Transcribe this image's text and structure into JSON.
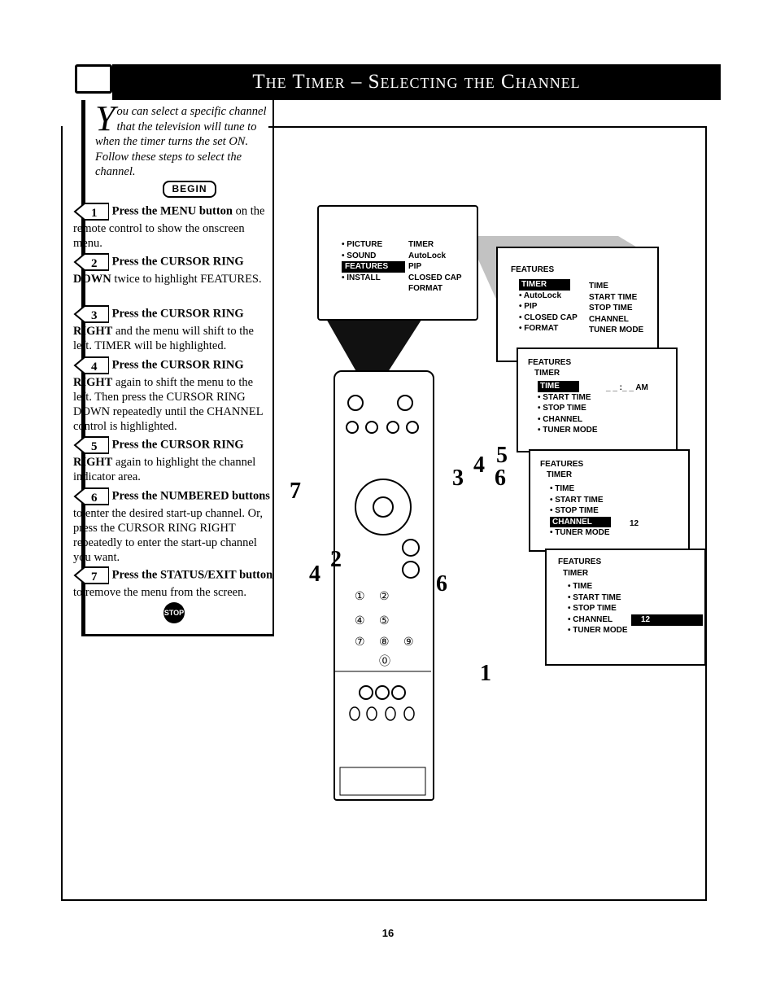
{
  "header": {
    "title": "The Timer – Selecting the Channel"
  },
  "intro": {
    "drop_cap": "Y",
    "text": "ou can select a specific channel that the television will tune to when the timer turns the set ON. Follow these steps to select the channel."
  },
  "begin_label": "BEGIN",
  "steps": [
    {
      "num": "1",
      "bold": "Press the MENU button",
      "rest": " on the remote control to show the onscreen menu."
    },
    {
      "num": "2",
      "bold": "Press the CURSOR RING DOWN",
      "rest": " twice to highlight FEATURES."
    },
    {
      "num": "3",
      "bold": "Press the CURSOR RING RIGHT",
      "rest": " and the menu will shift to the left. TIMER will be highlighted."
    },
    {
      "num": "4",
      "bold": "Press the CURSOR RING RIGHT",
      "rest": " again to shift the menu to the left. Then press the CURSOR RING DOWN repeatedly until the CHANNEL control is highlighted."
    },
    {
      "num": "5",
      "bold": "Press the CURSOR RING RIGHT",
      "rest": " again to highlight the channel indicator area."
    },
    {
      "num": "6",
      "bold": "Press the NUMBERED buttons",
      "rest": " to enter the desired start-up channel. Or, press the CURSOR RING RIGHT repeatedly to enter the start-up channel you want."
    },
    {
      "num": "7",
      "bold": "Press the STATUS/EXIT button",
      "rest": " to remove the menu from the screen."
    }
  ],
  "stop_label": "STOP",
  "menu1": {
    "left": [
      "PICTURE",
      "SOUND",
      "FEATURES",
      "INSTALL"
    ],
    "right": [
      "TIMER",
      "AutoLock",
      "PIP",
      "CLOSED CAP",
      "FORMAT"
    ]
  },
  "menu2": {
    "title": "FEATURES",
    "left": [
      "TIMER",
      "AutoLock",
      "PIP",
      "CLOSED CAP",
      "FORMAT"
    ],
    "right": [
      "TIME",
      "START TIME",
      "STOP TIME",
      "CHANNEL",
      "TUNER MODE"
    ]
  },
  "menu3": {
    "title": "FEATURES",
    "sub": "TIMER",
    "items": [
      "TIME",
      "START TIME",
      "STOP TIME",
      "CHANNEL",
      "TUNER MODE"
    ],
    "value": "_ _ :_ _ AM"
  },
  "menu4": {
    "title": "FEATURES",
    "sub": "TIMER",
    "items": [
      "TIME",
      "START TIME",
      "STOP TIME",
      "CHANNEL",
      "TUNER MODE"
    ],
    "value": "12"
  },
  "menu5": {
    "title": "FEATURES",
    "sub": "TIMER",
    "items": [
      "TIME",
      "START TIME",
      "STOP TIME",
      "CHANNEL",
      "TUNER MODE"
    ],
    "value": "12"
  },
  "callouts": [
    "7",
    "4",
    "2",
    "3",
    "4",
    "5",
    "6",
    "6",
    "1"
  ],
  "page_number": "16"
}
